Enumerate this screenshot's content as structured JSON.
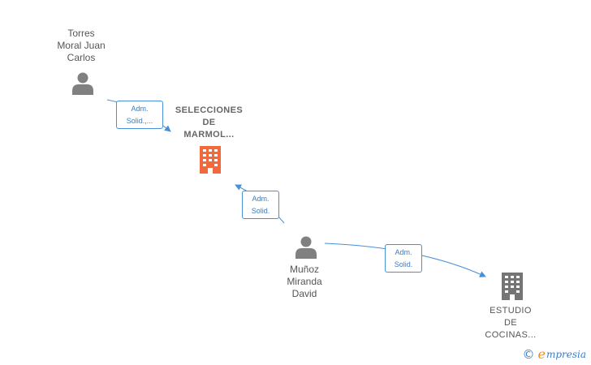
{
  "diagram": {
    "persons": [
      {
        "id": "p1",
        "name": "Torres\nMoral Juan\nCarlos"
      },
      {
        "id": "p2",
        "name": "Muñoz\nMiranda\nDavid"
      }
    ],
    "companies": [
      {
        "id": "c1",
        "name": "SELECCIONES\nDE\nMARMOL...",
        "color": "#f26a3c",
        "highlighted": true
      },
      {
        "id": "c2",
        "name": "ESTUDIO\nDE\nCOCINAS...",
        "color": "#757575",
        "highlighted": false
      }
    ],
    "relations": [
      {
        "from": "p1",
        "to": "c1",
        "label": "Adm.\nSolid.,..."
      },
      {
        "from": "p2",
        "to": "c1",
        "label": "Adm.\nSolid."
      },
      {
        "from": "p2",
        "to": "c2",
        "label": "Adm.\nSolid."
      }
    ],
    "colors": {
      "person_icon": "#808080",
      "edge": "#4a90d9"
    }
  },
  "footer": {
    "copyright_symbol": "©",
    "brand_initial": "e",
    "brand_rest": "mpresia"
  }
}
